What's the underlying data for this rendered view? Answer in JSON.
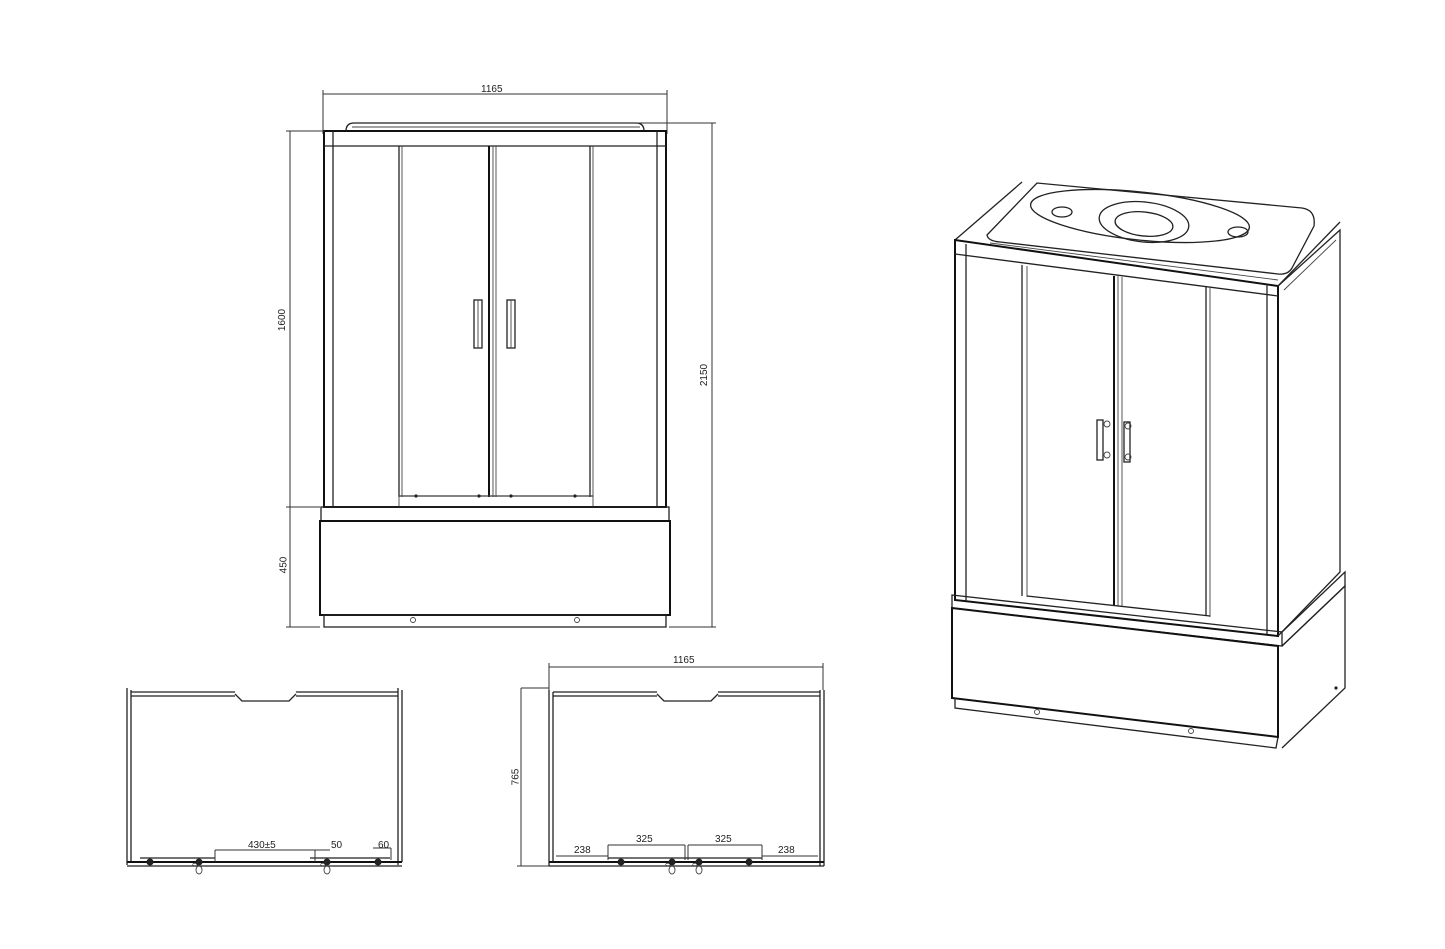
{
  "drawing": {
    "subject": "shower cabin with bath tray",
    "front_view": {
      "width_label": "1165",
      "upper_height_label": "1600",
      "tray_height_label": "450",
      "total_height_label": "2150"
    },
    "plan_view_left": {
      "labels": [
        "430±5",
        "50",
        "60"
      ],
      "wheel_marks": [
        "0",
        "0"
      ]
    },
    "plan_view_right": {
      "width_label": "1165",
      "depth_label": "765",
      "labels": [
        "238",
        "325",
        "325",
        "238"
      ],
      "wheel_marks": [
        "0",
        "0"
      ]
    },
    "iso_view": {
      "description": "isometric view of shower cabin with roof, double sliding doors and bath base"
    }
  }
}
